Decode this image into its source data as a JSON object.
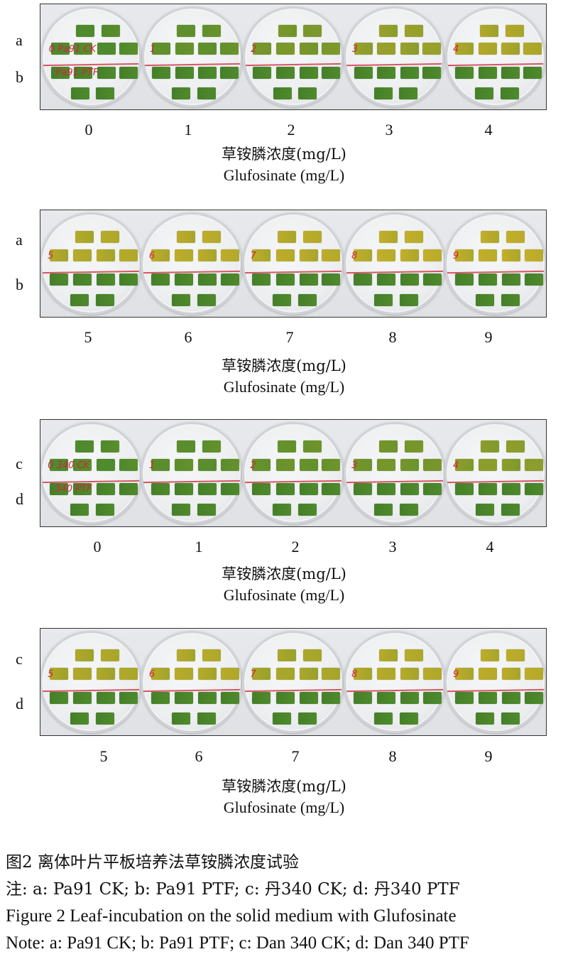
{
  "panels": [
    {
      "rows": [
        "a",
        "b"
      ],
      "dish_labels": [
        "0 Pa91 CK / Pa91 PTF",
        "1",
        "2",
        "3",
        "4"
      ],
      "ticks": [
        "0",
        "1",
        "2",
        "3",
        "4"
      ],
      "axis_label_zh": "草铵膦浓度(mg/L)",
      "axis_label_en": "Glufosinate (mg/L)"
    },
    {
      "rows": [
        "a",
        "b"
      ],
      "dish_labels": [
        "5",
        "6",
        "7",
        "8",
        "9"
      ],
      "ticks": [
        "5",
        "6",
        "7",
        "8",
        "9"
      ],
      "axis_label_zh": "草铵膦浓度(mg/L)",
      "axis_label_en": "Glufosinate (mg/L)"
    },
    {
      "rows": [
        "c",
        "d"
      ],
      "dish_labels": [
        "0 340 CK / 340 PTF",
        "1",
        "2",
        "3",
        "4"
      ],
      "ticks": [
        "0",
        "1",
        "2",
        "3",
        "4"
      ],
      "axis_label_zh": "草铵膦浓度(mg/L)",
      "axis_label_en": "Glufosinate (mg/L)"
    },
    {
      "rows": [
        "c",
        "d"
      ],
      "dish_labels": [
        "5",
        "6",
        "7",
        "8",
        "9"
      ],
      "ticks": [
        "5",
        "6",
        "7",
        "8",
        "9"
      ],
      "axis_label_zh": "草铵膦浓度(mg/L)",
      "axis_label_en": "Glufosinate (mg/L)"
    }
  ],
  "dish_marks": {
    "p0": [
      "0 Pa91 CK",
      "1",
      "2",
      "3",
      "4"
    ],
    "p0b": [
      "Pa91 PTF"
    ],
    "p1": [
      "5",
      "6",
      "7",
      "8",
      "9"
    ],
    "p2": [
      "0 340 CK",
      "1",
      "2",
      "3",
      "4"
    ],
    "p2b": [
      "340 PTF"
    ],
    "p3": [
      "5",
      "6",
      "7",
      "8",
      "9"
    ]
  },
  "caption": {
    "zh_title": "图2 离体叶片平板培养法草铵膦浓度试验",
    "zh_note": "注: a: Pa91 CK; b: Pa91 PTF; c: 丹340 CK; d: 丹340 PTF",
    "en_title": "Figure 2 Leaf-incubation on the solid medium with Glufosinate",
    "en_note": "Note: a: Pa91 CK; b: Pa91 PTF; c: Dan 340 CK; d: Dan 340 PTF"
  },
  "colors": {
    "leaf_green": "#4f8a2c",
    "leaf_yellow": "#c9b02a",
    "marker_red": "#d1253a"
  }
}
